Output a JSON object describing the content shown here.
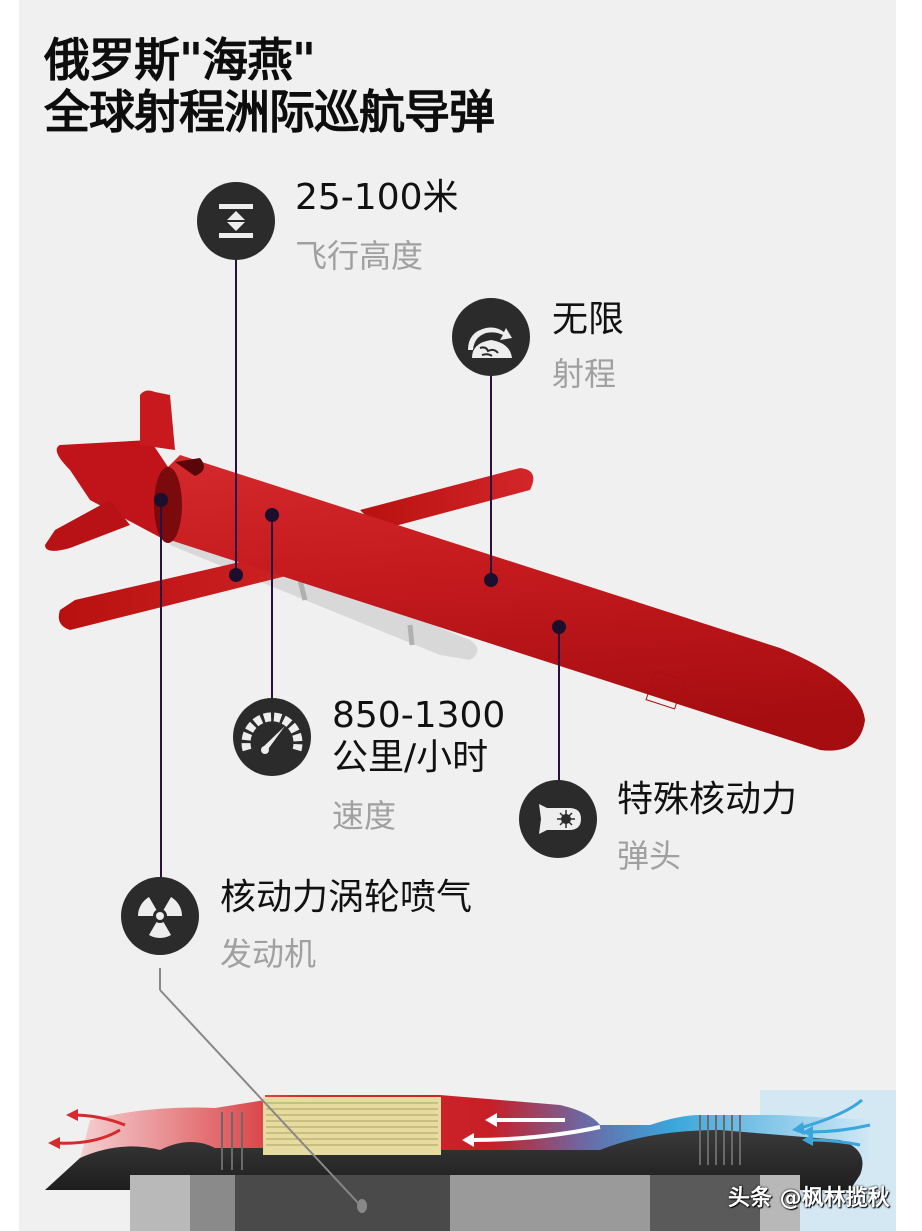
{
  "title": {
    "line1": "俄罗斯\"海燕\"",
    "line2": "全球射程洲际巡航导弹"
  },
  "specs": [
    {
      "id": "altitude",
      "icon": "altitude-icon",
      "value": "25-100米",
      "label": "飞行高度"
    },
    {
      "id": "range",
      "icon": "globe-range-icon",
      "value": "无限",
      "label": "射程"
    },
    {
      "id": "speed",
      "icon": "speedometer-icon",
      "value_line1": "850-1300",
      "value_line2": "公里/小时",
      "label": "速度"
    },
    {
      "id": "warhead",
      "icon": "warhead-icon",
      "value": "特殊核动力",
      "label": "弹头"
    },
    {
      "id": "engine",
      "icon": "radiation-icon",
      "value": "核动力涡轮喷气",
      "label": "发动机"
    }
  ],
  "colors": {
    "missile_red": "#c0141a",
    "background": "#f0f0f0",
    "icon_dark": "#2b2b2b",
    "hot_exhaust": "#d62a2e",
    "cold_intake": "#3aa6dc",
    "reactor_core": "#e6dca0"
  },
  "watermark": "头条 @枫林揽秋"
}
